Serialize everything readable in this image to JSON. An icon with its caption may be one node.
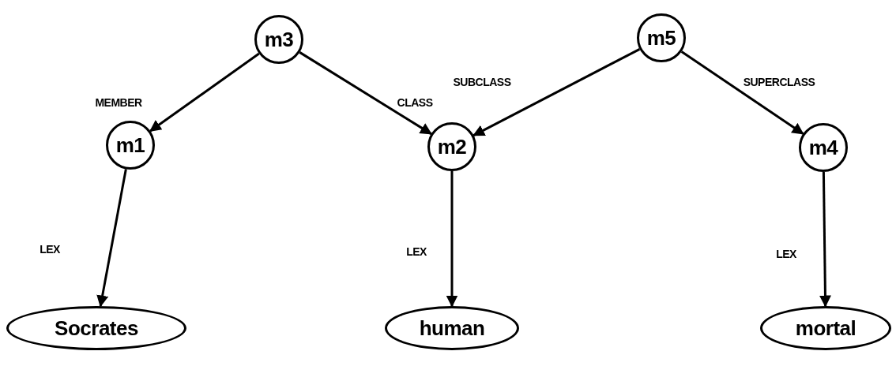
{
  "diagram": {
    "nodes": [
      {
        "text": [
          "m3"
        ]
      },
      {
        "text": [
          "m5"
        ]
      },
      {
        "text": [
          "m1"
        ]
      },
      {
        "text": [
          "m2"
        ]
      },
      {
        "text": [
          "m4"
        ]
      },
      {
        "text": [
          "Socrates"
        ]
      },
      {
        "text": [
          "human"
        ]
      },
      {
        "text": [
          "mortal"
        ]
      }
    ],
    "edges": [
      {
        "from": 0,
        "to": 2,
        "arrow": "to",
        "label": "MEMBER"
      },
      {
        "from": 0,
        "to": 3,
        "arrow": "to",
        "label": "CLASS"
      },
      {
        "from": 1,
        "to": 3,
        "arrow": "to",
        "label": "SUBCLASS"
      },
      {
        "from": 1,
        "to": 4,
        "arrow": "to",
        "label": "SUPERCLASS"
      },
      {
        "from": 2,
        "to": 5,
        "arrow": "to",
        "label": "LEX"
      },
      {
        "from": 3,
        "to": 6,
        "arrow": "to",
        "label": "LEX"
      },
      {
        "from": 4,
        "to": 7,
        "arrow": "to",
        "label": "LEX"
      }
    ]
  }
}
